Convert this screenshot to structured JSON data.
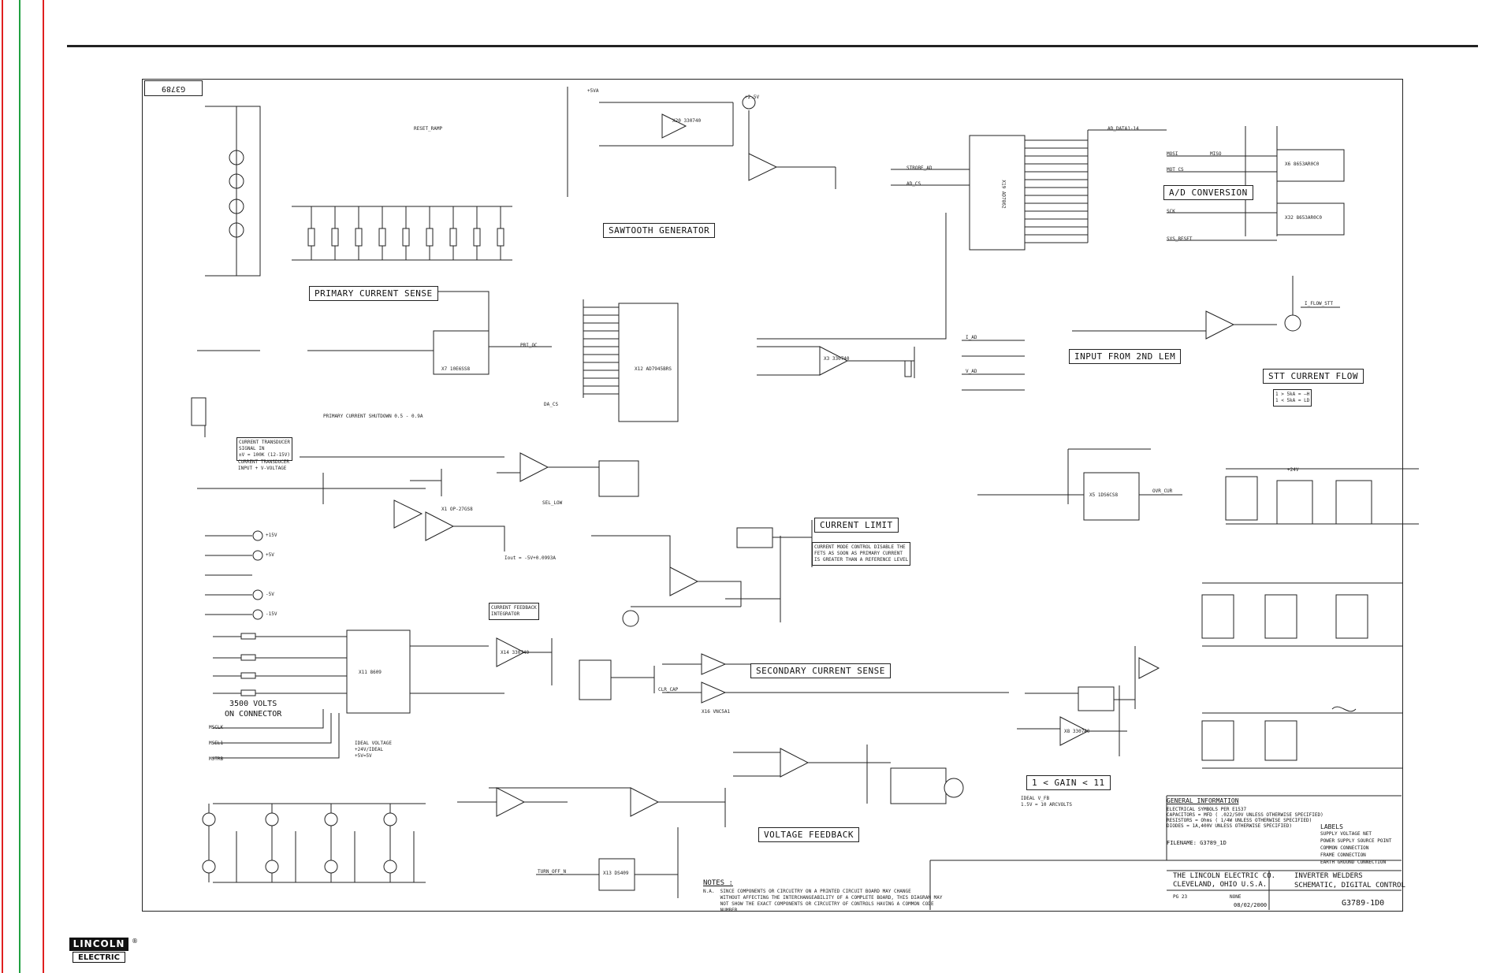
{
  "colors": {
    "left_red": "#e02020",
    "left_green": "#20a040",
    "ink": "#222222"
  },
  "drawing_id": "G3789",
  "functional_blocks": [
    {
      "id": "primary_current_sense",
      "label": "PRIMARY CURRENT SENSE"
    },
    {
      "id": "sawtooth_generator",
      "label": "SAWTOOTH GENERATOR"
    },
    {
      "id": "ad_conversion",
      "label": "A/D CONVERSION"
    },
    {
      "id": "input_from_2nd_lem",
      "label": "INPUT FROM 2ND LEM"
    },
    {
      "id": "stt_current_flow",
      "label": "STT CURRENT FLOW"
    },
    {
      "id": "current_limit",
      "label": "CURRENT LIMIT"
    },
    {
      "id": "secondary_current_sense",
      "label": "SECONDARY CURRENT SENSE"
    },
    {
      "id": "voltage_feedback",
      "label": "VOLTAGE FEEDBACK"
    },
    {
      "id": "gain_range",
      "label": "1 < GAIN < 11"
    },
    {
      "id": "volts_on_connector",
      "label": "3500 VOLTS\nON CONNECTOR"
    }
  ],
  "components": [
    {
      "ref": "X20",
      "value": "330740"
    },
    {
      "ref": "X19",
      "value": "AD7862"
    },
    {
      "ref": "X12",
      "value": "AD7945BRS"
    },
    {
      "ref": "X7",
      "value": "10E6SS8"
    },
    {
      "ref": "X6",
      "value": "8653AR0C0"
    },
    {
      "ref": "X32",
      "value": "8653AR0C0"
    },
    {
      "ref": "X1",
      "value": "OP-27GS8"
    },
    {
      "ref": "X11",
      "value": "8609"
    },
    {
      "ref": "X3",
      "value": "330740"
    },
    {
      "ref": "X8",
      "value": "330740"
    },
    {
      "ref": "X14",
      "value": "330740"
    },
    {
      "ref": "X13",
      "value": "DS409"
    },
    {
      "ref": "X5",
      "value": "1DS6CS8"
    },
    {
      "ref": "X16",
      "value": "VNC5A1"
    }
  ],
  "signals": [
    "RESET_RAMP",
    "STROBE_AD",
    "AD_CS",
    "AD_DATA1-14",
    "MOSI",
    "MISO",
    "MOT_CS",
    "SCK",
    "SYS_RESET",
    "PRI_OC",
    "DA_CS",
    "SEL_LOW",
    "I_AD",
    "V_AD",
    "CLR_CAP",
    "OVR_CUR",
    "TURN_OFF_N",
    "I_FLOW_STT",
    "MSCLK",
    "MSEL1",
    "MSTRB",
    "PRIMARY CURRENT SHUTDOWN 0.5 - 0.9A"
  ],
  "supply_rails": [
    "+15V",
    "+5V",
    "-5V",
    "-15V",
    "+5VA",
    "+24V",
    "+2.5V"
  ],
  "annotations": {
    "current_transducer_1": "CURRENT TRANSDUCER\nSIGNAL IN\n±V = 100K (12-15V)",
    "current_transducer_2": "CURRENT TRANSDUCER\nINPUT + V-VOLTAGE",
    "current_mode_control": "CURRENT MODE CONTROL DISABLE THE\nFETS AS SOON AS PRIMARY CURRENT\nIS GREATER THAN A REFERENCE LEVEL",
    "current_feedback_integrator": "CURRENT FEEDBACK\nINTEGRATOR",
    "ideal_voltage": "IDEAL VOLTAGE\n+24V/IDEAL\n+5V=5V",
    "ideal_vfb": "IDEAL V_FB\n1.5V = 10 ARCVOLTS",
    "iout": "Iout = -5V+0.0993A",
    "stt_scale": "1 > 5kA = —H\n1 < 5kA = LD",
    "notes_title": "NOTES :",
    "notes_body": "N.A.  SINCE COMPONENTS OR CIRCUITRY ON A PRINTED CIRCUIT BOARD MAY CHANGE\n      WITHOUT AFFECTING THE INTERCHANGEABILITY OF A COMPLETE BOARD, THIS DIAGRAM MAY\n      NOT SHOW THE EXACT COMPONENTS OR CIRCUITRY OF CONTROLS HAVING A COMMON CODE\n      NUMBER."
  },
  "general_information": {
    "title": "GENERAL INFORMATION",
    "lines": [
      "ELECTRICAL SYMBOLS PER E1537",
      "CAPACITORS = MFD ( .022/50V UNLESS OTHERWISE SPECIFIED)",
      "RESISTORS = Ohms ( 1/4W  UNLESS OTHERWISE SPECIFIED)",
      "DIODES = 1A,400V  UNLESS OTHERWISE SPECIFIED)"
    ],
    "filename": "FILENAME: G3789_1D"
  },
  "labels_legend": {
    "title": "LABELS",
    "items": [
      "SUPPLY VOLTAGE NET",
      "POWER SUPPLY SOURCE POINT",
      "COMMON CONNECTION",
      "FRAME CONNECTION",
      "EARTH GROUND CONNECTION"
    ]
  },
  "title_block": {
    "company": "THE LINCOLN ELECTRIC CO.",
    "city": "CLEVELAND, OHIO U.S.A.",
    "equip_type": "INVERTER WELDERS",
    "subject": "SCHEMATIC, DIGITAL CONTROL",
    "scale": "NONE",
    "date": "08/02/2000",
    "drawing_number": "G3789-1D0",
    "sheet": "PG 23"
  },
  "logo": {
    "line1": "LINCOLN",
    "line2": "ELECTRIC",
    "reg": "®"
  }
}
